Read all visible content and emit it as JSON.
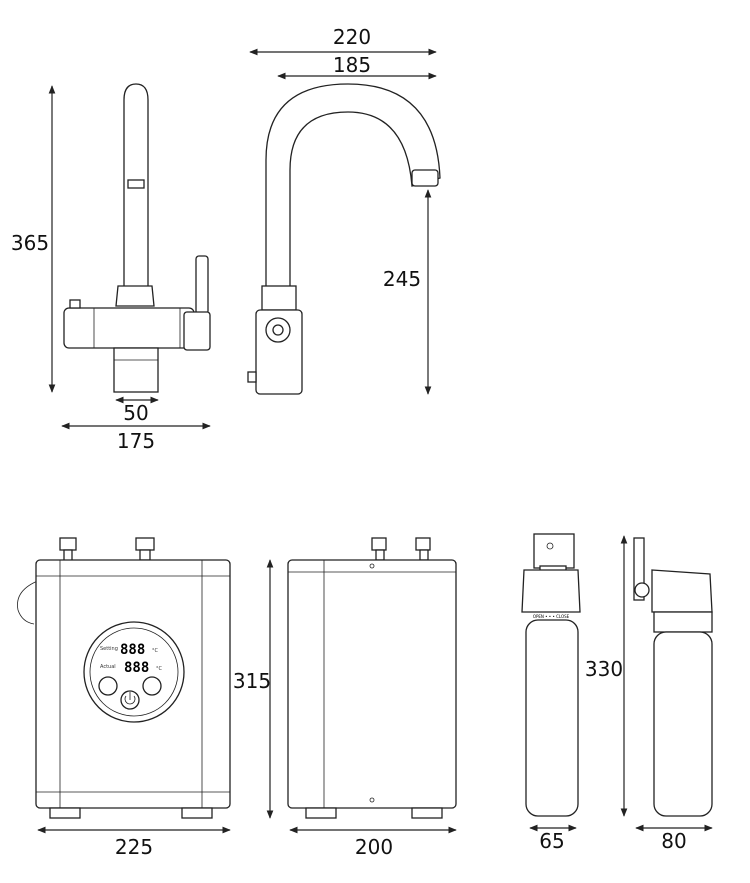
{
  "dimensions": {
    "tap_front_height": "365",
    "tap_base_width": "50",
    "tap_front_width": "175",
    "tap_side_reach": "220",
    "tap_side_spout": "185",
    "tap_side_height": "245",
    "heater_front_width": "225",
    "heater_height": "315",
    "heater_side_width": "200",
    "filter_height": "330",
    "filter_front_width": "65",
    "filter_side_width": "80"
  },
  "heater_display": {
    "setting_label": "Setting",
    "actual_label": "Actual",
    "digits_top": "888",
    "digits_bottom": "888",
    "unit": "°C",
    "power_icon": "power-icon"
  },
  "filter_label": "OPEN • • • CLOSE"
}
